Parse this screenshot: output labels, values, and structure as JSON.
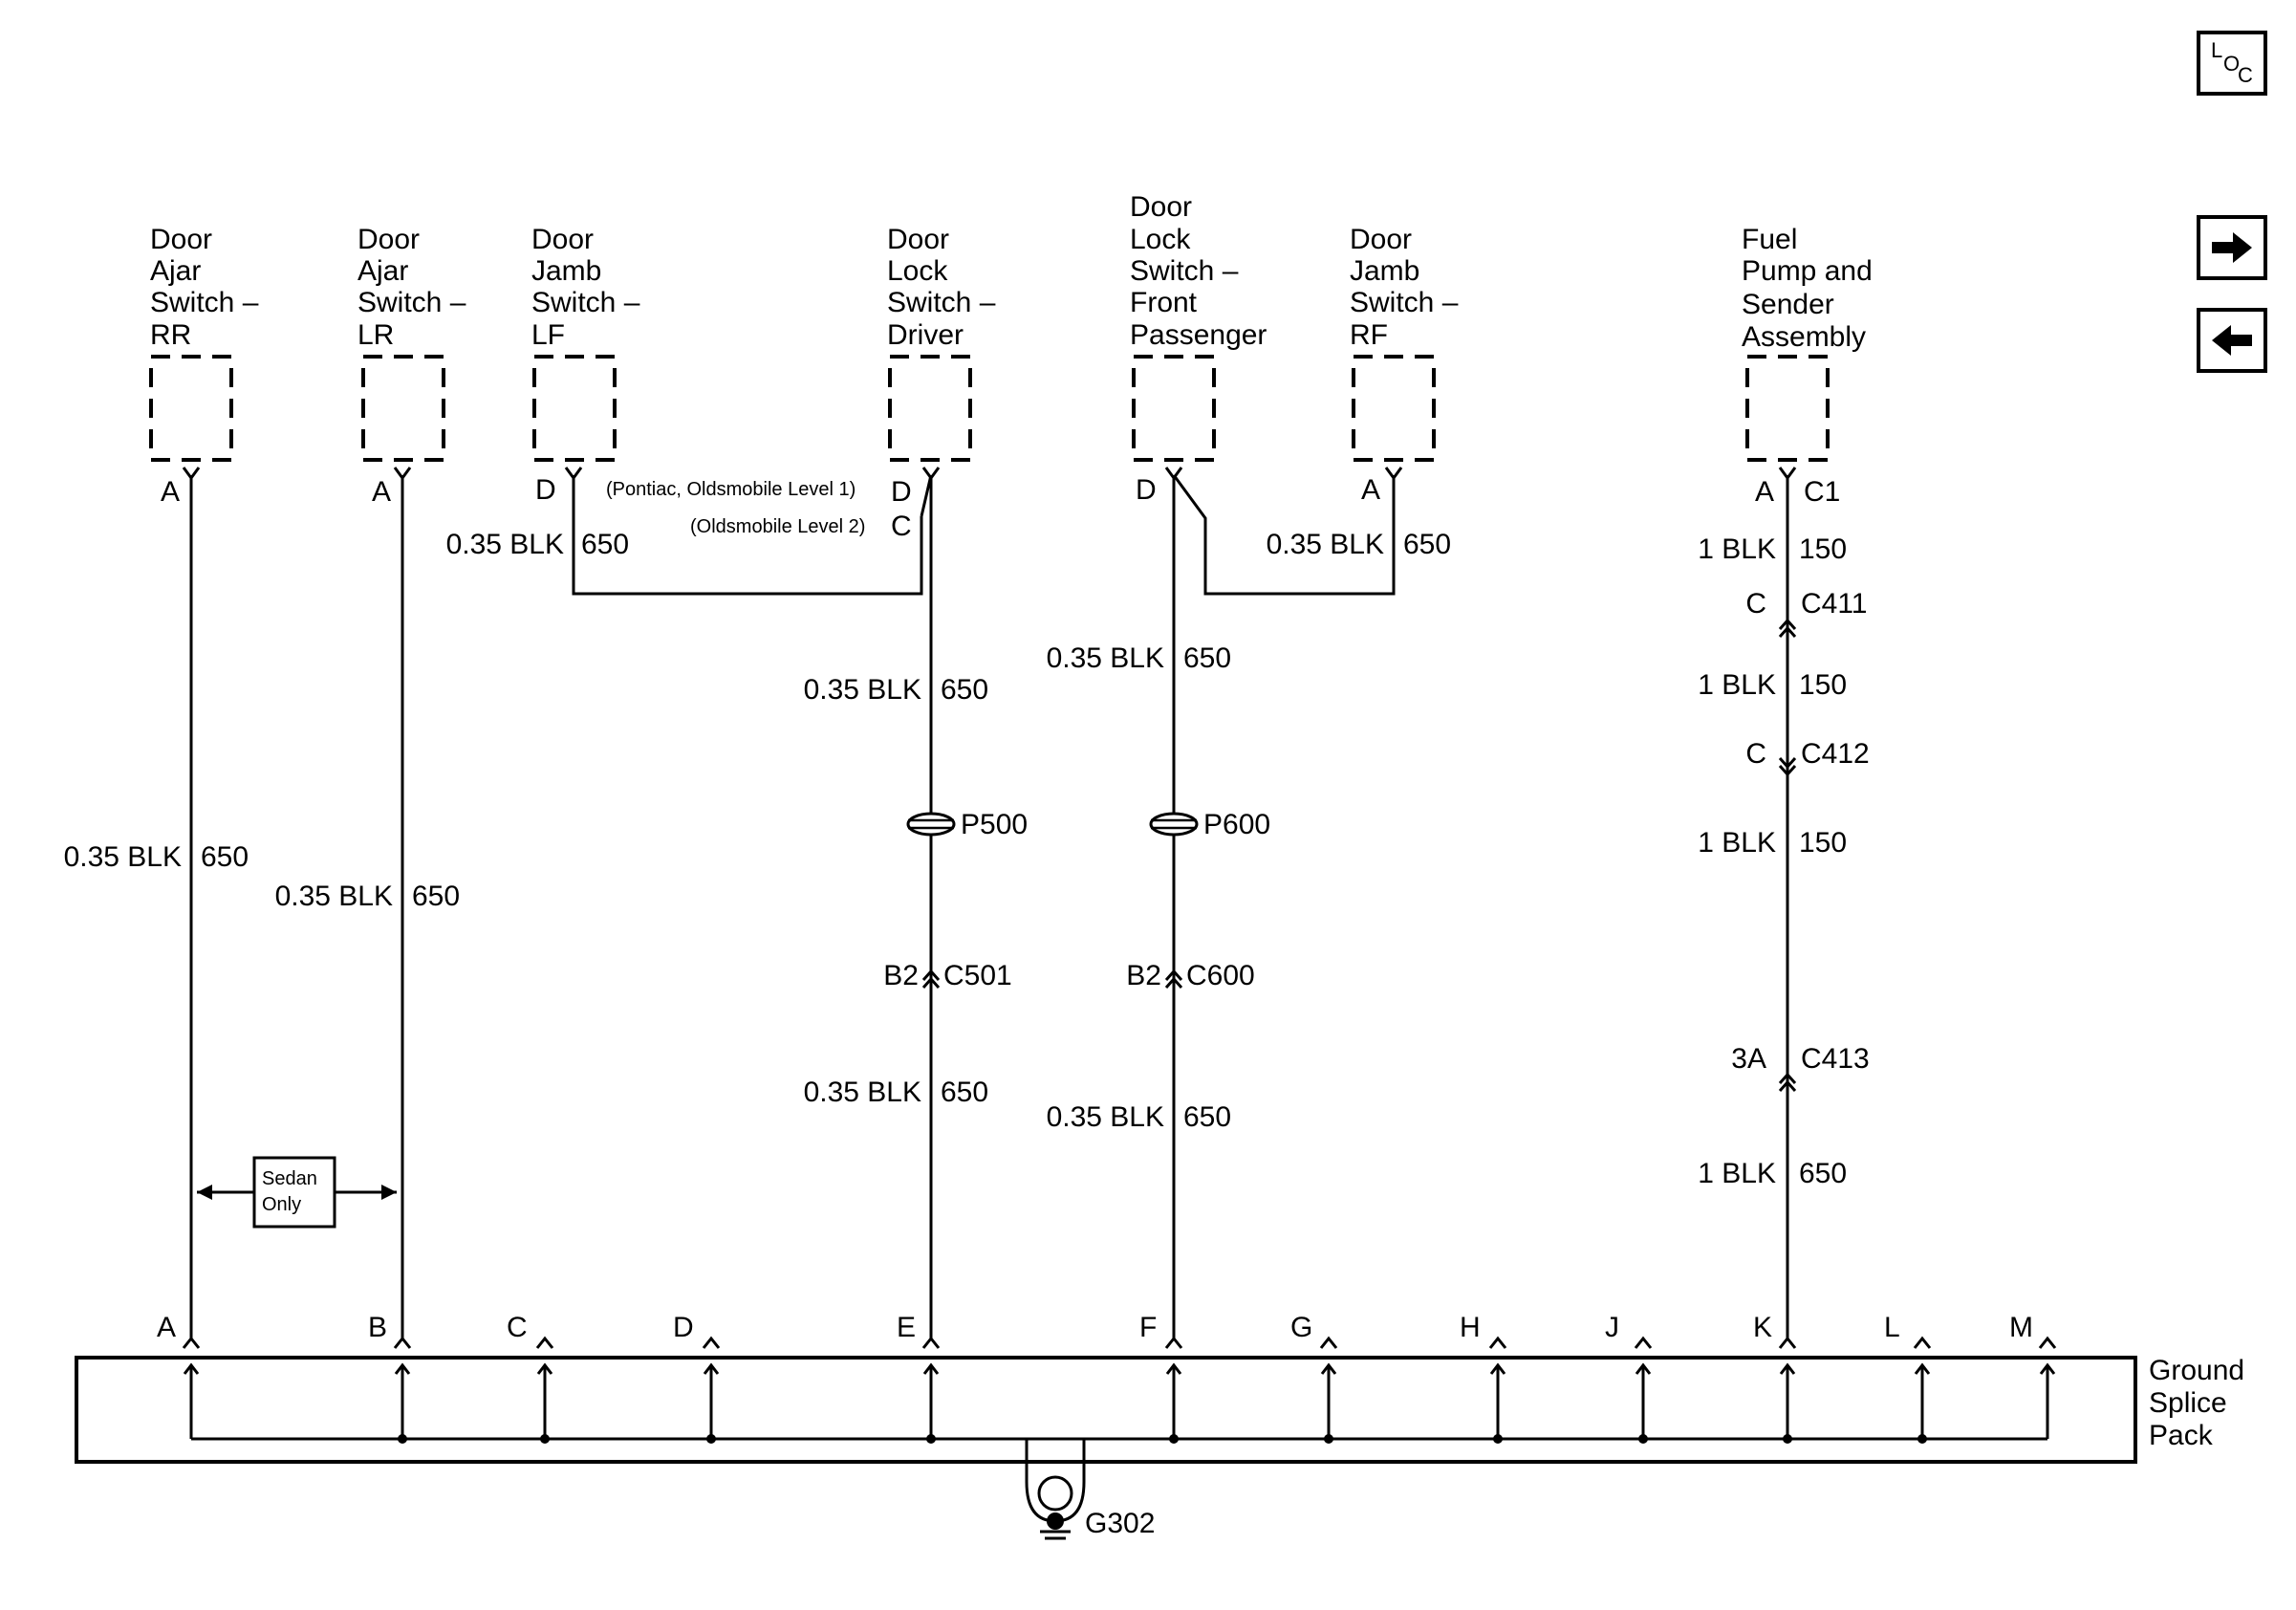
{
  "nav": {
    "loc_letters": [
      "L",
      "O",
      "C"
    ]
  },
  "components": {
    "rr": [
      "Door",
      "Ajar",
      "Switch –",
      "RR"
    ],
    "lr": [
      "Door",
      "Ajar",
      "Switch –",
      "LR"
    ],
    "lf": [
      "Door",
      "Jamb",
      "Switch –",
      "LF"
    ],
    "driver": [
      "Door",
      "Lock",
      "Switch –",
      "Driver"
    ],
    "passenger": [
      "Door",
      "Lock",
      "Switch –",
      "Front",
      "Passenger"
    ],
    "rf": [
      "Door",
      "Jamb",
      "Switch –",
      "RF"
    ],
    "fuel": [
      "Fuel",
      "Pump and",
      "Sender",
      "Assembly"
    ]
  },
  "pins": {
    "rr": "A",
    "lr": "A",
    "lf": "D",
    "driver_d": "D",
    "driver_c": "C",
    "passenger": "D",
    "rf": "A",
    "fuel": "A",
    "fuel_conn": "C1"
  },
  "options": {
    "pontiac": "(Pontiac, Oldsmobile Level 1)",
    "olds": "(Oldsmobile Level 2)"
  },
  "wires": {
    "rr": {
      "size": "0.35 BLK",
      "circuit": "650"
    },
    "lr": {
      "size": "0.35 BLK",
      "circuit": "650"
    },
    "lf": {
      "size": "0.35 BLK",
      "circuit": "650"
    },
    "driver_upper": {
      "size": "0.35 BLK",
      "circuit": "650"
    },
    "driver_lower": {
      "size": "0.35 BLK",
      "circuit": "650"
    },
    "pass_upper": {
      "size": "0.35 BLK",
      "circuit": "650"
    },
    "pass_lower": {
      "size": "0.35 BLK",
      "circuit": "650"
    },
    "rf": {
      "size": "0.35 BLK",
      "circuit": "650"
    },
    "fuel_1": {
      "size": "1 BLK",
      "circuit": "150"
    },
    "fuel_2": {
      "size": "1 BLK",
      "circuit": "150"
    },
    "fuel_3": {
      "size": "1 BLK",
      "circuit": "150"
    },
    "fuel_4": {
      "size": "1 BLK",
      "circuit": "650"
    }
  },
  "connectors": {
    "p500": "P500",
    "p600": "P600",
    "c501_pin": "B2",
    "c501": "C501",
    "c600_pin": "B2",
    "c600": "C600",
    "c411_pin": "C",
    "c411": "C411",
    "c412_pin": "C",
    "c412": "C412",
    "c413_pin": "3A",
    "c413": "C413"
  },
  "note": [
    "Sedan",
    "Only"
  ],
  "splice": {
    "label": [
      "Ground",
      "Splice",
      "Pack"
    ],
    "pins": [
      "A",
      "B",
      "C",
      "D",
      "E",
      "F",
      "G",
      "H",
      "J",
      "K",
      "L",
      "M"
    ],
    "ground": "G302"
  }
}
